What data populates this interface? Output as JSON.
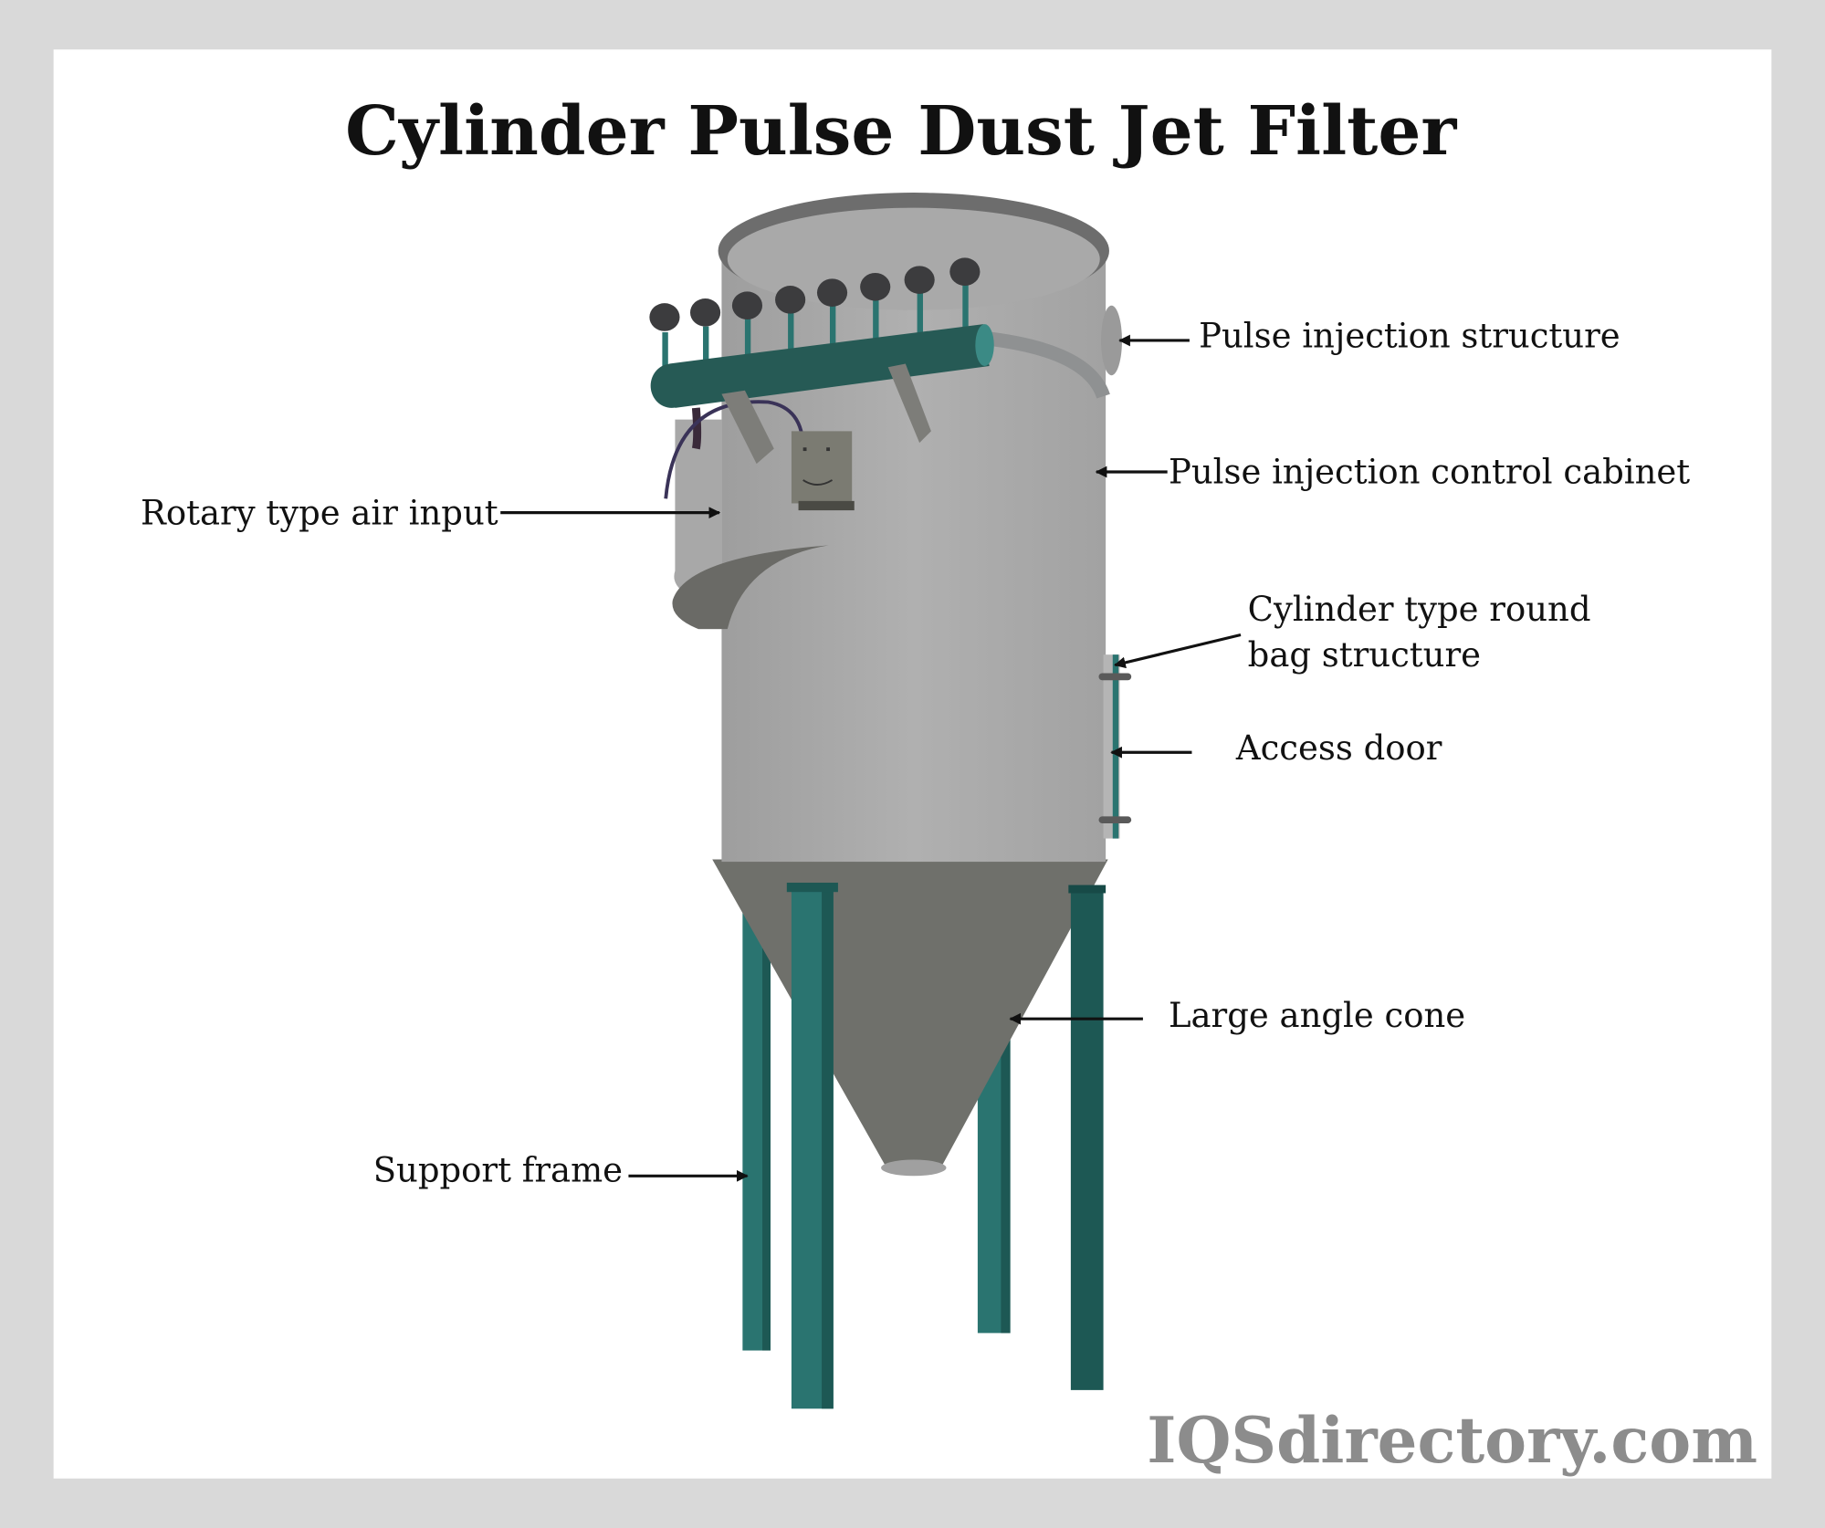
{
  "title": "Cylinder Pulse Dust Jet Filter",
  "labels": {
    "pulse_injection_structure": "Pulse injection structure",
    "pulse_injection_control_cabinet": "Pulse injection control cabinet",
    "rotary_type_air_input": "Rotary type air input",
    "cylinder_bag_line1": "Cylinder type round",
    "cylinder_bag_line2": "bag structure",
    "access_door": "Access door",
    "large_angle_cone": "Large angle cone",
    "support_frame": "Support frame"
  },
  "watermark": "IQSdirectory.com",
  "colors": {
    "background": "#d9d9d9",
    "panel": "#ffffff",
    "body": "#a6a6a6",
    "cone": "#6f706b",
    "teal": "#2a7470",
    "manifold": "#265a55"
  }
}
